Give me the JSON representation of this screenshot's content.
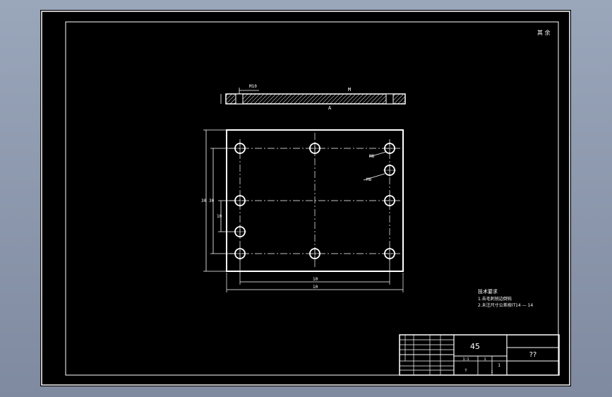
{
  "drawing": {
    "roughness_mark": "其 余",
    "section_top_dim": "M10",
    "section_right_label": "M",
    "section_bottom_label": "A",
    "callout_hole_1": "M8",
    "callout_hole_2": "M8",
    "dim_bottom_inner": "10",
    "dim_bottom_outer": "10",
    "dim_left_outer": "30",
    "dim_left_inner": "30",
    "dim_left_small": "10",
    "notes_title": "技术要求",
    "note_1": "1.去毛刺锐边倒钝",
    "note_2": "2.未注尺寸公差按IT14  — 14"
  },
  "title_block": {
    "material": "45",
    "drawing_name": "??",
    "cell_scale": "1:1",
    "cell_sheet": "1",
    "cell_count": "1",
    "cell_small_a": "T",
    "cell_small_b": "1"
  },
  "colors": {
    "background": "#000000",
    "frame": "#000000",
    "lines": "#ffffff",
    "centerline": "#ffffff"
  }
}
